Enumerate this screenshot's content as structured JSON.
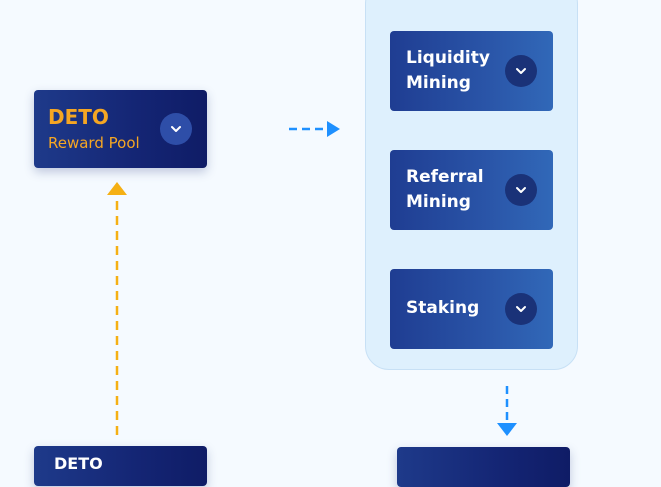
{
  "reward_pool": {
    "title": "DETO",
    "subtitle": "Reward Pool",
    "title_color": "#f5a623",
    "subtitle_color": "#f5a623"
  },
  "mining_panel": {
    "items": [
      {
        "label_line1": "Liquidity",
        "label_line2": "Mining",
        "icon": "chevron-down-icon"
      },
      {
        "label_line1": "Referral",
        "label_line2": "Mining",
        "icon": "chevron-down-icon"
      },
      {
        "label_line1": "Staking",
        "label_line2": "",
        "icon": "chevron-down-icon"
      }
    ]
  },
  "bottom_left": {
    "title": "DETO"
  },
  "colors": {
    "page_bg": "#f5faff",
    "panel_bg": "#def0fd",
    "arrow_blue": "#1e90ff",
    "arrow_yellow": "#f5b014",
    "card_dark": "#142574",
    "card_blue": "#2a55a8"
  }
}
